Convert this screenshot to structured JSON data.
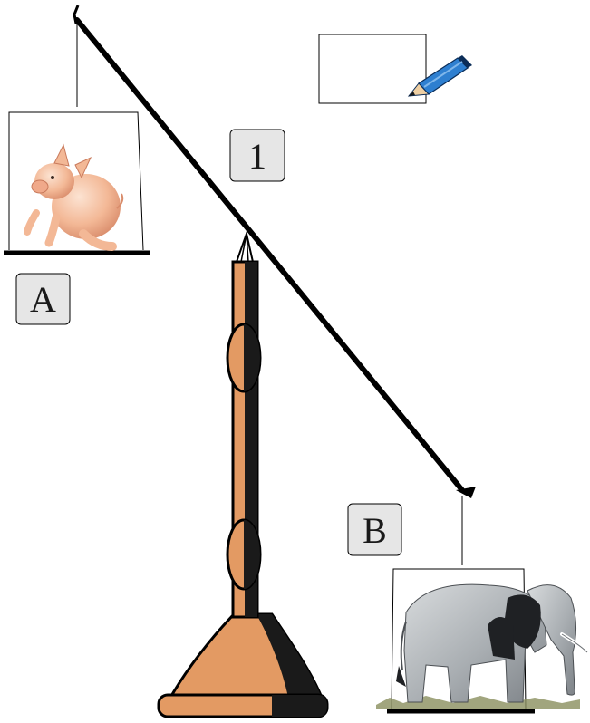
{
  "labels": {
    "left_pan": "A",
    "right_pan": "B",
    "beam": "1"
  },
  "notepad": {
    "icon": "pencil-icon",
    "text": ""
  },
  "left_pan_animal": "pig-icon",
  "right_pan_animal": "elephant-icon",
  "colors": {
    "stand_fill": "#E39A63",
    "stand_shadow": "#1a1a1a",
    "label_fill": "#E6E6E6",
    "beam": "#000000",
    "pig": "#F5C3A4",
    "elephant": "#B9BDC0",
    "pencil": "#2E7FD0"
  }
}
